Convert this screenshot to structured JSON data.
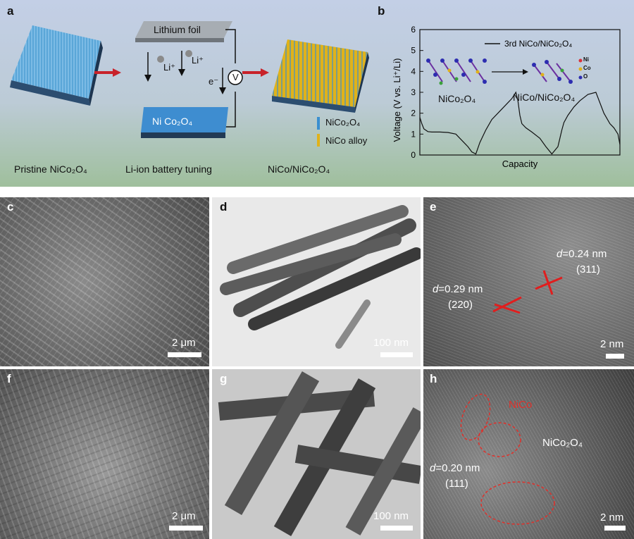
{
  "panel_a": {
    "label": "a",
    "lithium_foil": "Lithium foil",
    "li_plus_1": "Li⁺",
    "li_plus_2": "Li⁺",
    "electron": "e⁻",
    "voltmeter": "V",
    "ni_co2o4": "Ni Co₂O₄",
    "legend_nico2o4": "NiCo₂O₄",
    "legend_nico_alloy": "NiCo alloy",
    "caption_pristine": "Pristine NiCo₂O₄",
    "caption_tuning": "Li-ion battery tuning",
    "caption_result": "NiCo/NiCo₂O₄"
  },
  "panel_b": {
    "label": "b",
    "legend": "3rd NiCo/NiCo₂O₄",
    "inset_left": "NiCo₂O₄",
    "inset_right": "NiCo/NiCo₂O₄",
    "inset_legend": [
      "Ni",
      "Co",
      "O"
    ]
  },
  "chart_data": {
    "type": "line",
    "title": "",
    "xlabel": "Capacity",
    "ylabel": "Voltage (V vs. Li⁺/Li)",
    "ylim": [
      0,
      6
    ],
    "yticks": [
      "0",
      "1",
      "2",
      "3",
      "4",
      "5",
      "6"
    ],
    "series": [
      {
        "name": "3rd NiCo/NiCo₂O₄",
        "x": [
          0,
          0.01,
          0.02,
          0.04,
          0.06,
          0.1,
          0.14,
          0.18,
          0.2,
          0.22,
          0.24,
          0.26,
          0.28,
          0.3,
          0.33,
          0.36,
          0.4,
          0.43,
          0.46,
          0.48,
          0.49,
          0.5,
          0.51,
          0.53,
          0.56,
          0.6,
          0.63,
          0.66,
          0.69,
          0.7,
          0.71,
          0.72,
          0.74,
          0.77,
          0.8,
          0.84,
          0.88,
          0.92,
          0.95,
          0.97,
          0.99,
          1.0
        ],
        "y": [
          1.8,
          1.5,
          1.25,
          1.12,
          1.1,
          1.1,
          1.08,
          1.0,
          0.8,
          0.6,
          0.4,
          0.15,
          0.05,
          0.6,
          1.2,
          1.7,
          2.1,
          2.4,
          2.7,
          3.0,
          2.6,
          1.9,
          1.5,
          1.3,
          1.1,
          0.8,
          0.4,
          0.05,
          0.4,
          0.8,
          1.2,
          1.55,
          1.9,
          2.3,
          2.6,
          2.9,
          3.0,
          2.0,
          1.5,
          1.3,
          1.0,
          0.5
        ]
      }
    ]
  },
  "panel_c": {
    "label": "c",
    "scale": "2 μm"
  },
  "panel_d": {
    "label": "d",
    "scale": "100 nm"
  },
  "panel_e": {
    "label": "e",
    "scale": "2 nm",
    "d1": "0.24 nm",
    "hkl1": "(311)",
    "d2": "0.29 nm",
    "hkl2": "(220)",
    "d_prefix": "d"
  },
  "panel_f": {
    "label": "f",
    "scale": "2 μm"
  },
  "panel_g": {
    "label": "g",
    "scale": "100 nm"
  },
  "panel_h": {
    "label": "h",
    "scale": "2 nm",
    "nico": "NiCo",
    "nico2o4": "NiCo₂O₄",
    "d": "0.20 nm",
    "hkl": "(111)",
    "d_prefix": "d"
  },
  "colors": {
    "arrow_red": "#c8222a",
    "rod_blue": "#3a8fd0",
    "rod_yellow": "#e0b21a"
  }
}
